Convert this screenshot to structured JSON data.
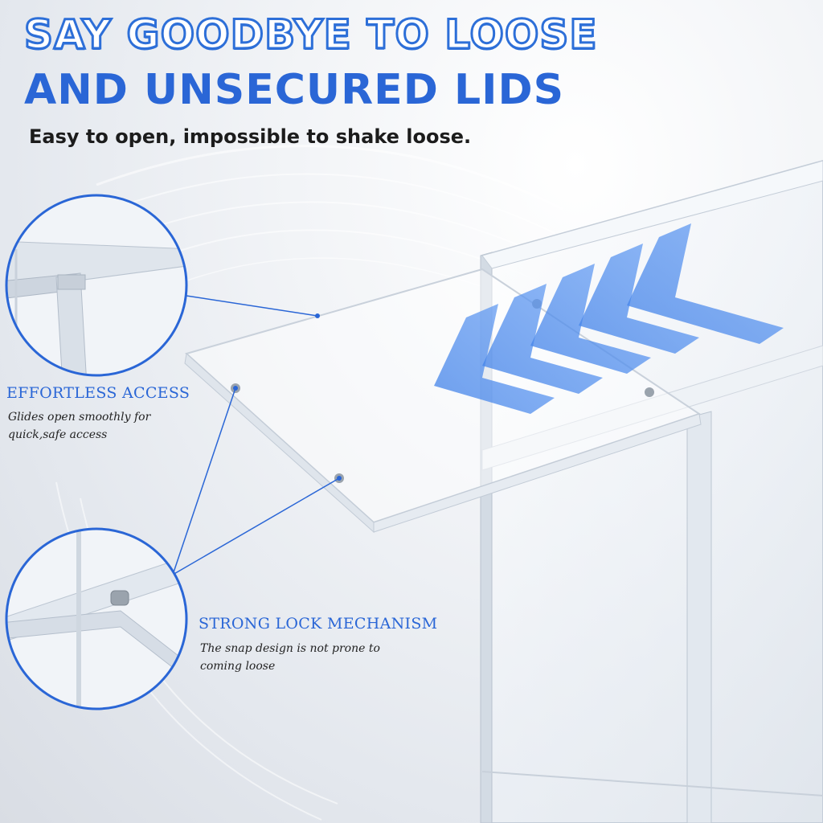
{
  "headline": {
    "line1": "SAY GOODBYE TO LOOSE",
    "line2": "AND UNSECURED LIDS"
  },
  "subtitle": "Easy to open, impossible to shake loose.",
  "features": [
    {
      "title": "EFFORTLESS ACCESS",
      "description": "Glides open smoothly for quick,safe access"
    },
    {
      "title": "STRONG LOCK MECHANISM",
      "description": "The snap design is not prone to coming loose"
    }
  ],
  "colors": {
    "accent": "#2a66d6",
    "chevron": "#4f8ff0"
  },
  "icons": [
    "chevron-left-icon",
    "zoom-circle-icon"
  ]
}
